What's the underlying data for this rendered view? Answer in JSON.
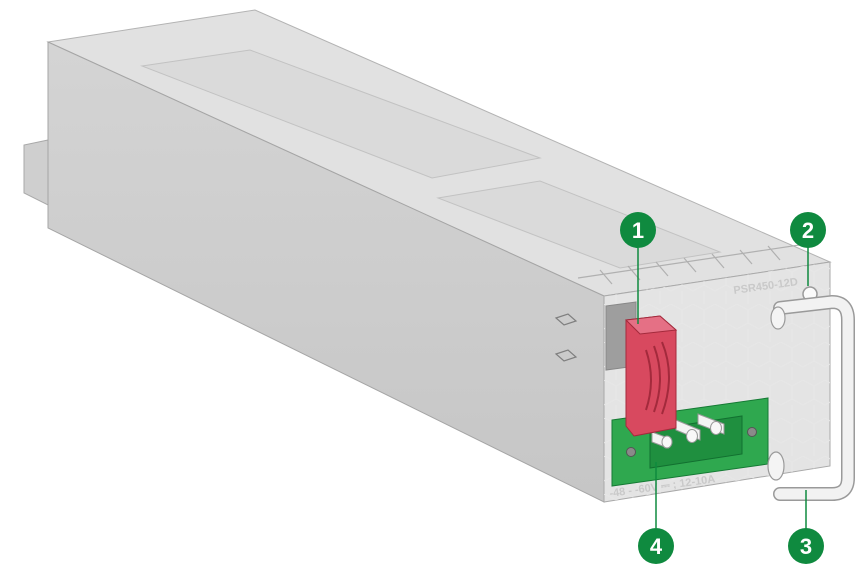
{
  "model_label": "PSR450-12D",
  "rating_label": "-48 - -60V ⎓ ; 12-10A",
  "colors": {
    "callout": "#0f8a3f",
    "latch": "#d8495f",
    "terminal": "#2fa84f",
    "handle": "#f2f2f2"
  },
  "callouts": [
    {
      "number": "1",
      "part": "latch"
    },
    {
      "number": "2",
      "part": "screw"
    },
    {
      "number": "3",
      "part": "handle"
    },
    {
      "number": "4",
      "part": "terminal-block"
    }
  ]
}
